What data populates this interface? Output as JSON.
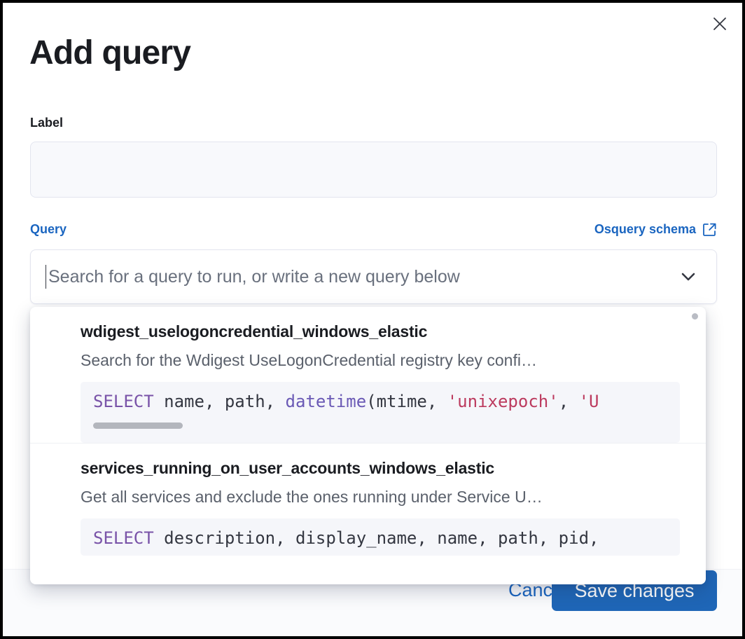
{
  "modal": {
    "title": "Add query",
    "close_icon": "close-icon"
  },
  "form": {
    "label_field": {
      "label": "Label",
      "value": "",
      "placeholder": ""
    },
    "query_field": {
      "label": "Query",
      "schema_link_text": "Osquery schema",
      "schema_link_icon": "external-link-icon",
      "combobox": {
        "value": "",
        "placeholder": "Search for a query to run, or write a new query below",
        "chevron_icon": "chevron-down-icon"
      }
    }
  },
  "dropdown": {
    "options": [
      {
        "title": "wdigest_uselogoncredential_windows_elastic",
        "description": "Search for the Wdigest UseLogonCredential registry key confi…",
        "code": {
          "tokens": [
            {
              "t": "SELECT",
              "k": "kw"
            },
            {
              "t": " name, path, ",
              "k": "plain"
            },
            {
              "t": "datetime",
              "k": "fn"
            },
            {
              "t": "(mtime, ",
              "k": "plain"
            },
            {
              "t": "'unixepoch'",
              "k": "str"
            },
            {
              "t": ", ",
              "k": "plain"
            },
            {
              "t": "'U",
              "k": "str"
            }
          ],
          "has_scrollbar": true
        }
      },
      {
        "title": "services_running_on_user_accounts_windows_elastic",
        "description": "Get all services and exclude the ones running under Service U…",
        "code": {
          "tokens": [
            {
              "t": "SELECT",
              "k": "kw"
            },
            {
              "t": " description, display_name, name, path, pid,",
              "k": "plain"
            }
          ],
          "has_scrollbar": false
        }
      }
    ]
  },
  "footer": {
    "cancel_label": "Cancel",
    "save_label": "Save changes"
  },
  "colors": {
    "accent_blue": "#1a65c0",
    "save_button": "#1f66b7",
    "sql_keyword": "#7953a8",
    "sql_function": "#6a59b5",
    "sql_string": "#bc3a5e",
    "code_background": "#f5f6fa"
  }
}
